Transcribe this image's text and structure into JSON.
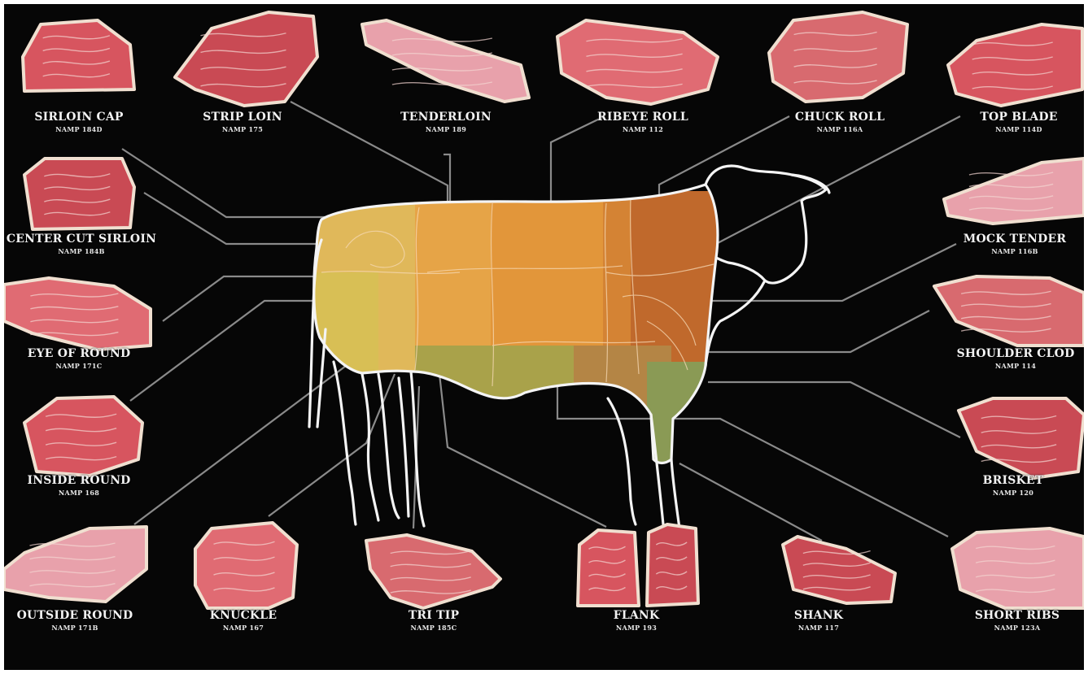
{
  "cuts": [
    {
      "id": "sirloin-cap",
      "name": "SIRLOIN CAP",
      "code": "NAMP 184D"
    },
    {
      "id": "strip-loin",
      "name": "STRIP LOIN",
      "code": "NAMP 175"
    },
    {
      "id": "tenderloin",
      "name": "TENDERLOIN",
      "code": "NAMP 189"
    },
    {
      "id": "ribeye-roll",
      "name": "RIBEYE ROLL",
      "code": "NAMP 112"
    },
    {
      "id": "chuck-roll",
      "name": "CHUCK ROLL",
      "code": "NAMP 116A"
    },
    {
      "id": "top-blade",
      "name": "TOP BLADE",
      "code": "NAMP 114D"
    },
    {
      "id": "center-cut-sirloin",
      "name": "CENTER CUT SIRLOIN",
      "code": "NAMP 184B"
    },
    {
      "id": "mock-tender",
      "name": "MOCK TENDER",
      "code": "NAMP 116B"
    },
    {
      "id": "eye-of-round",
      "name": "EYE OF ROUND",
      "code": "NAMP 171C"
    },
    {
      "id": "shoulder-clod",
      "name": "SHOULDER CLOD",
      "code": "NAMP 114"
    },
    {
      "id": "inside-round",
      "name": "INSIDE ROUND",
      "code": "NAMP 168"
    },
    {
      "id": "brisket",
      "name": "BRISKET",
      "code": "NAMP 120"
    },
    {
      "id": "outside-round",
      "name": "OUTSIDE ROUND",
      "code": "NAMP 171B"
    },
    {
      "id": "knuckle",
      "name": "KNUCKLE",
      "code": "NAMP 167"
    },
    {
      "id": "tri-tip",
      "name": "TRI TIP",
      "code": "NAMP 185C"
    },
    {
      "id": "flank",
      "name": "FLANK",
      "code": "NAMP 193"
    },
    {
      "id": "shank",
      "name": "SHANK",
      "code": "NAMP 117"
    },
    {
      "id": "short-ribs",
      "name": "SHORT RIBS",
      "code": "NAMP 123A"
    }
  ],
  "colors": {
    "background": "#060606",
    "outline": "#f4f4f4",
    "leader": "#8a8a8a",
    "region_round": "#e0b85a",
    "region_loin": "#e2963a",
    "region_rib": "#c9722c",
    "region_chuck": "#b8622a",
    "region_plate": "#a5a24a",
    "region_shank": "#8a9a55",
    "meat_red": "#d7555f",
    "meat_pink": "#e8a1ab",
    "fat": "#f0dfd0"
  }
}
